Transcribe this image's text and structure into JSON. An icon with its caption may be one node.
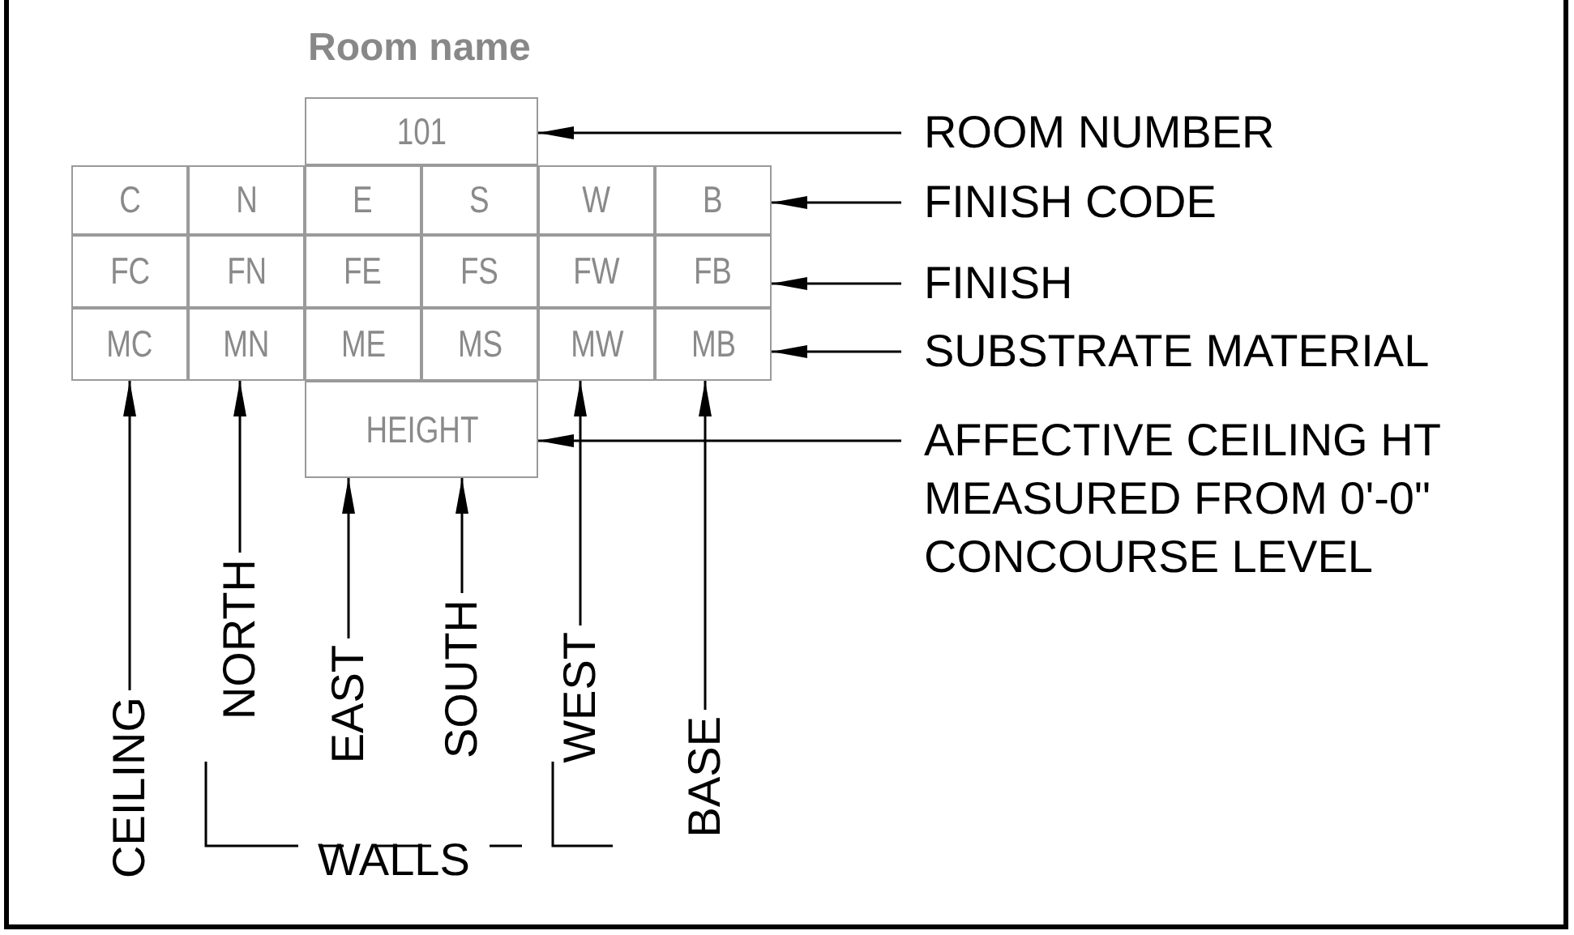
{
  "diagram": {
    "nodes": [
      {
        "text": [
          "101"
        ]
      },
      {
        "text": [
          "C"
        ]
      },
      {
        "text": [
          "N"
        ]
      },
      {
        "text": [
          "E"
        ]
      },
      {
        "text": [
          "S"
        ]
      },
      {
        "text": [
          "W"
        ]
      },
      {
        "text": [
          "B"
        ]
      },
      {
        "text": [
          "FC"
        ]
      },
      {
        "text": [
          "FN"
        ]
      },
      {
        "text": [
          "FE"
        ]
      },
      {
        "text": [
          "FS"
        ]
      },
      {
        "text": [
          "FW"
        ]
      },
      {
        "text": [
          "FB"
        ]
      },
      {
        "text": [
          "MC"
        ]
      },
      {
        "text": [
          "MN"
        ]
      },
      {
        "text": [
          "ME"
        ]
      },
      {
        "text": [
          "MS"
        ]
      },
      {
        "text": [
          "MW"
        ]
      },
      {
        "text": [
          "MB"
        ]
      },
      {
        "text": [
          "HEIGHT"
        ]
      },
      {
        "text": [
          "ROOM NUMBER"
        ]
      },
      {
        "text": [
          "FINISH CODE"
        ]
      },
      {
        "text": [
          "FINISH"
        ]
      },
      {
        "text": [
          "SUBSTRATE MATERIAL"
        ]
      },
      {
        "text": [
          "AFFECTIVE CEILING HT MEASURED FROM 0'-0\" CONCOURSE LEVEL"
        ]
      },
      {
        "text": [
          "CEILING"
        ]
      },
      {
        "text": [
          "NORTH"
        ]
      },
      {
        "text": [
          "EAST"
        ]
      },
      {
        "text": [
          "SOUTH"
        ]
      },
      {
        "text": [
          "WEST"
        ]
      },
      {
        "text": [
          "BASE"
        ]
      }
    ],
    "edges": [
      {
        "from": 20,
        "to": 0,
        "arrow": "to"
      },
      {
        "from": 21,
        "to": 6,
        "arrow": "to"
      },
      {
        "from": 22,
        "to": 12,
        "arrow": "to"
      },
      {
        "from": 23,
        "to": 18,
        "arrow": "to"
      },
      {
        "from": 24,
        "to": 19,
        "arrow": "to"
      },
      {
        "from": 25,
        "to": 13,
        "arrow": "to"
      },
      {
        "from": 26,
        "to": 14,
        "arrow": "to"
      },
      {
        "from": 27,
        "to": 19,
        "arrow": "to"
      },
      {
        "from": 28,
        "to": 19,
        "arrow": "to"
      },
      {
        "from": 29,
        "to": 17,
        "arrow": "to"
      },
      {
        "from": 30,
        "to": 18,
        "arrow": "to"
      }
    ],
    "labels": [
      "Room name",
      "WALLS"
    ]
  }
}
